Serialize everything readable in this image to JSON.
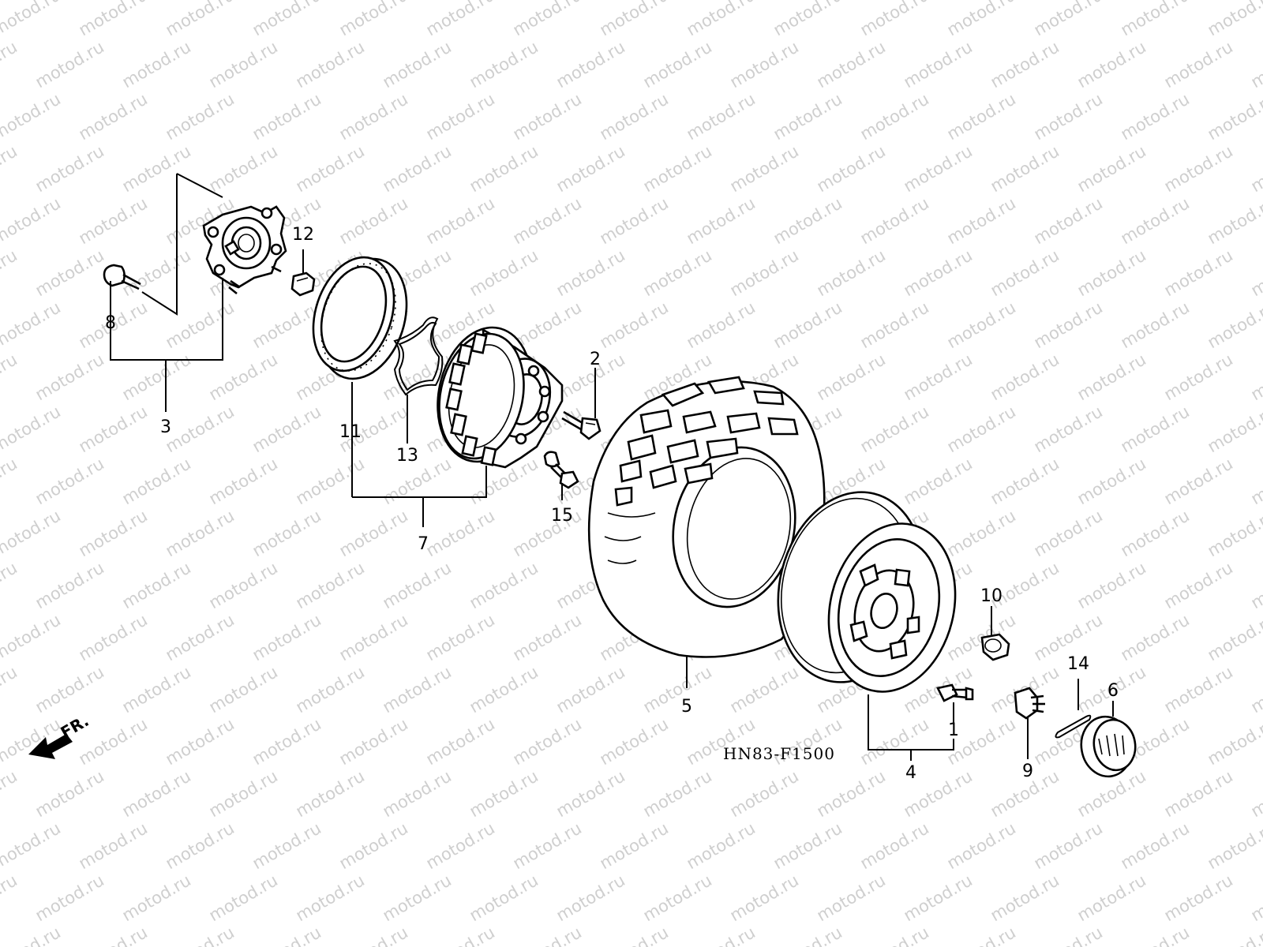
{
  "diagram_code": "HN83-F1500",
  "direction_label": "FR.",
  "watermark_text": "motod.ru",
  "callouts": [
    "1",
    "2",
    "3",
    "4",
    "5",
    "6",
    "7",
    "8",
    "9",
    "10",
    "11",
    "12",
    "13",
    "14",
    "15"
  ],
  "colors": {
    "line": "#000000",
    "watermark": "#cfcfcf",
    "background": "#ffffff"
  },
  "icons": [
    "front-direction-arrow-icon"
  ]
}
